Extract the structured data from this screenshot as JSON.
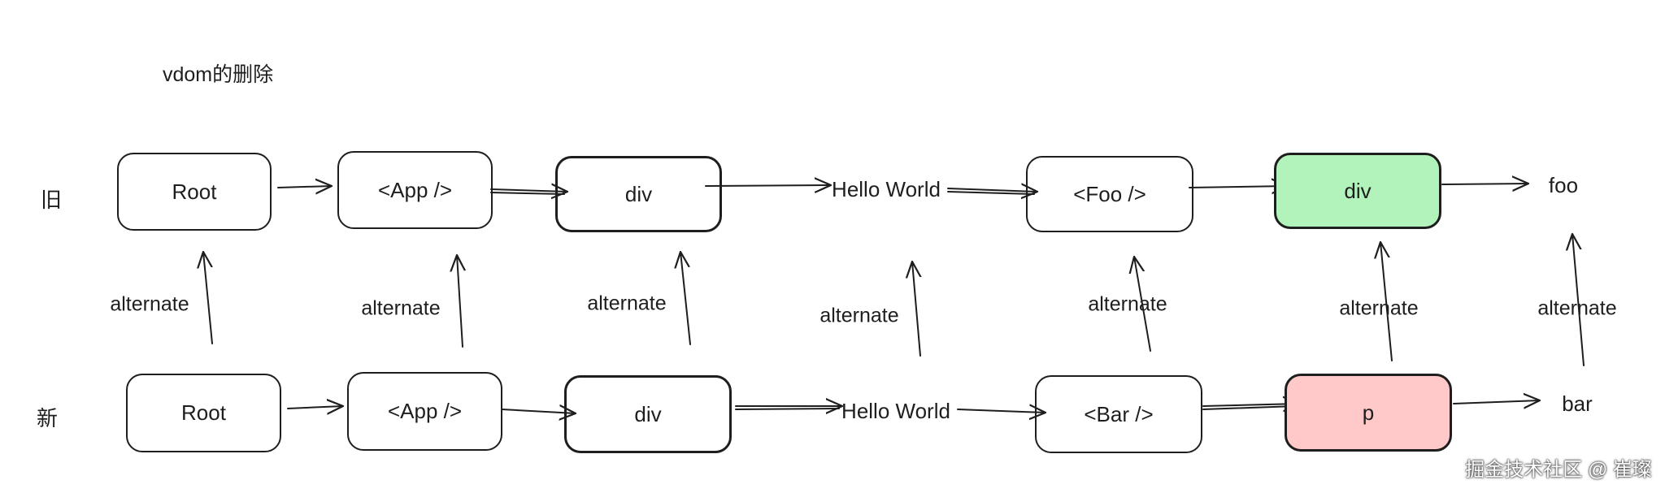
{
  "title": "vdom的删除",
  "row_labels": {
    "old": "旧",
    "new": "新"
  },
  "alternate_label": "alternate",
  "old_row": [
    {
      "text": "Root",
      "kind": "box"
    },
    {
      "text": "<App />",
      "kind": "box"
    },
    {
      "text": "div",
      "kind": "box"
    },
    {
      "text": "Hello World",
      "kind": "text"
    },
    {
      "text": "<Foo />",
      "kind": "box"
    },
    {
      "text": "div",
      "kind": "box",
      "fill": "#b2f2bb"
    },
    {
      "text": "foo",
      "kind": "text"
    }
  ],
  "new_row": [
    {
      "text": "Root",
      "kind": "box"
    },
    {
      "text": "<App />",
      "kind": "box"
    },
    {
      "text": "div",
      "kind": "box"
    },
    {
      "text": "Hello World",
      "kind": "text"
    },
    {
      "text": "<Bar />",
      "kind": "box"
    },
    {
      "text": "p",
      "kind": "box",
      "fill": "#ffc9c9"
    },
    {
      "text": "bar",
      "kind": "text"
    }
  ],
  "colors": {
    "stroke": "#1e1e1e",
    "highlight_green": "#b2f2bb",
    "highlight_red": "#ffc9c9"
  },
  "watermark": "掘金技术社区 @ 崔璨"
}
